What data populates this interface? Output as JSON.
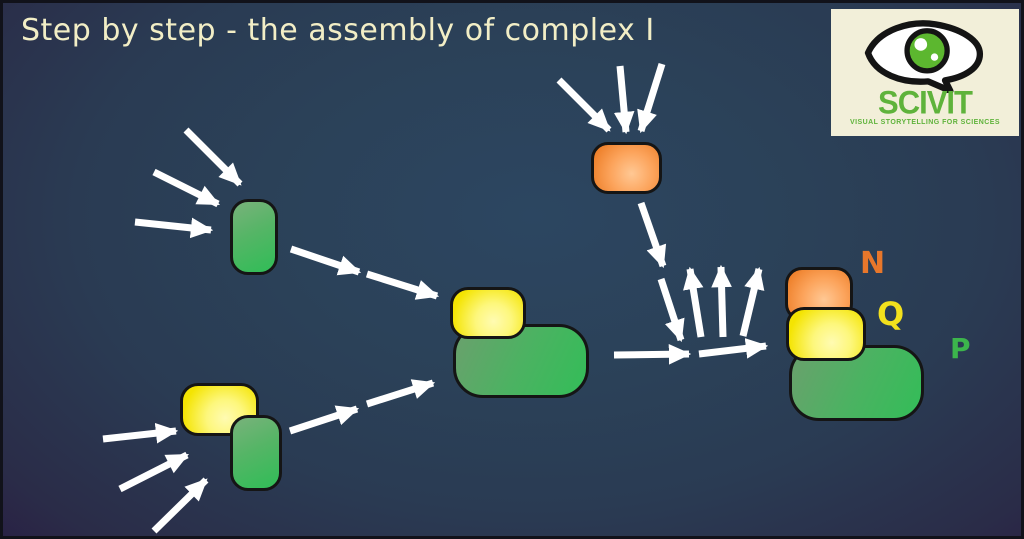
{
  "title": "Step by step - the assembly of complex I",
  "logo": {
    "brand": "SCIVIT",
    "tagline": "VISUAL STORYTELLING FOR SCIENCES"
  },
  "module_labels": {
    "n": "N",
    "q": "Q",
    "p": "P"
  },
  "colors": {
    "background_center": "#2b4158",
    "background_edge": "#250e34",
    "title_text": "#f2eec6",
    "arrow": "#ffffff",
    "subunit_green": "#33bd58",
    "subunit_yellow": "#f4e402",
    "subunit_orange": "#ec7c25",
    "outline": "#151515",
    "label_n_color": "#e8772b",
    "label_q_color": "#f3e11d",
    "label_p_color": "#3cb54c",
    "logo_green": "#5fb33b",
    "logo_background": "#f2efd9"
  },
  "diagram": {
    "arrows": [
      [
        183,
        127,
        237,
        181
      ],
      [
        151,
        169,
        215,
        201
      ],
      [
        132,
        219,
        208,
        227
      ],
      [
        288,
        246,
        356,
        269
      ],
      [
        364,
        271,
        434,
        293
      ],
      [
        100,
        436,
        173,
        428
      ],
      [
        117,
        486,
        184,
        452
      ],
      [
        151,
        528,
        203,
        477
      ],
      [
        287,
        428,
        354,
        406
      ],
      [
        364,
        401,
        430,
        380
      ],
      [
        556,
        77,
        606,
        127
      ],
      [
        617,
        63,
        623,
        129
      ],
      [
        659,
        61,
        638,
        128
      ],
      [
        638,
        200,
        660,
        263
      ],
      [
        658,
        276,
        678,
        337
      ],
      [
        698,
        334,
        687,
        266
      ],
      [
        720,
        334,
        718,
        264
      ],
      [
        740,
        333,
        756,
        266
      ],
      [
        611,
        352,
        686,
        351
      ],
      [
        696,
        351,
        763,
        343
      ]
    ]
  }
}
